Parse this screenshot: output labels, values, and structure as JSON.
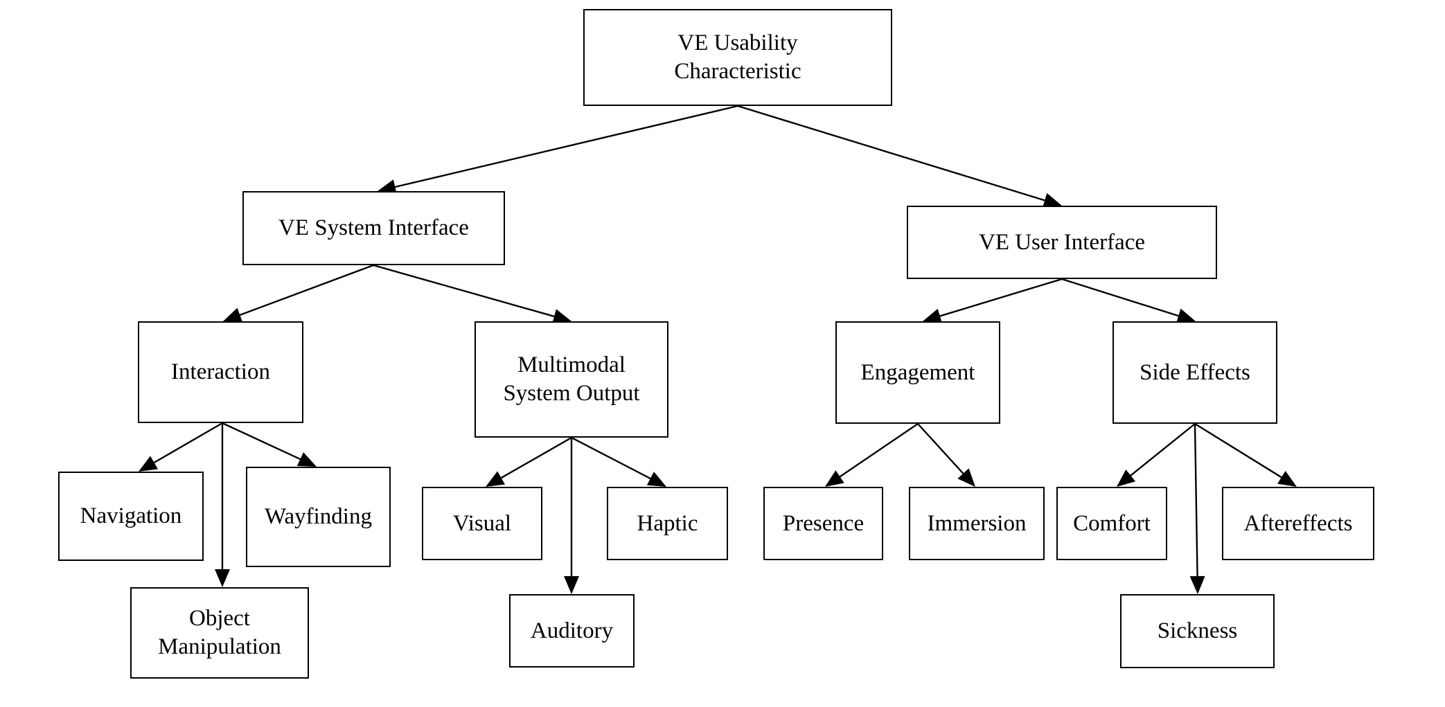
{
  "nodes": {
    "root": "VE Usability\nCharacteristic",
    "system_interface": "VE System Interface",
    "user_interface": "VE User Interface",
    "interaction": "Interaction",
    "multimodal": "Multimodal\nSystem Output",
    "engagement": "Engagement",
    "side_effects": "Side Effects",
    "navigation": "Navigation",
    "wayfinding": "Wayfinding",
    "object_manipulation": "Object\nManipulation",
    "visual": "Visual",
    "haptic": "Haptic",
    "auditory": "Auditory",
    "presence": "Presence",
    "immersion": "Immersion",
    "comfort": "Comfort",
    "aftereffects": "Aftereffects",
    "sickness": "Sickness"
  },
  "edges": [
    [
      "root",
      "system_interface"
    ],
    [
      "root",
      "user_interface"
    ],
    [
      "system_interface",
      "interaction"
    ],
    [
      "system_interface",
      "multimodal"
    ],
    [
      "user_interface",
      "engagement"
    ],
    [
      "user_interface",
      "side_effects"
    ],
    [
      "interaction",
      "navigation"
    ],
    [
      "interaction",
      "object_manipulation"
    ],
    [
      "interaction",
      "wayfinding"
    ],
    [
      "multimodal",
      "visual"
    ],
    [
      "multimodal",
      "auditory"
    ],
    [
      "multimodal",
      "haptic"
    ],
    [
      "engagement",
      "presence"
    ],
    [
      "engagement",
      "immersion"
    ],
    [
      "side_effects",
      "comfort"
    ],
    [
      "side_effects",
      "sickness"
    ],
    [
      "side_effects",
      "aftereffects"
    ]
  ],
  "colors": {
    "stroke": "#000000",
    "background": "#ffffff",
    "text": "#000000"
  }
}
